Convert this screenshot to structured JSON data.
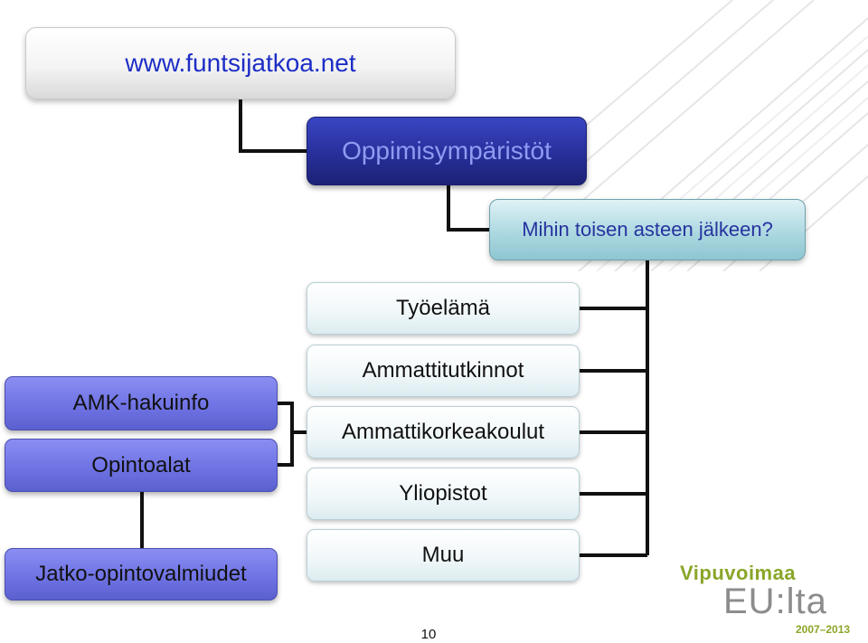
{
  "top": {
    "url": "www.funtsijatkoa.net",
    "learning_environments": "Oppimisympäristöt",
    "question": "Mihin toisen asteen jälkeen?"
  },
  "options": [
    "Työelämä",
    "Ammattitutkinnot",
    "Ammattikorkeakoulut",
    "Yliopistot",
    "Muu"
  ],
  "left": {
    "amk_info": "AMK-hakuinfo",
    "study_fields": "Opintoalat",
    "readiness": "Jatko-opintovalmiudet"
  },
  "page_number": "10",
  "logo": {
    "word": "Vipuvoimaa",
    "eu": "EU:lta",
    "years": "2007–2013"
  },
  "colors": {
    "connector": "#111111",
    "url_text": "#1d2ec6",
    "learning_fill": "#272f9a",
    "question_fill": "#a9d6df",
    "purple_fill": "#6f73e4",
    "logo_green": "#8aa629"
  }
}
